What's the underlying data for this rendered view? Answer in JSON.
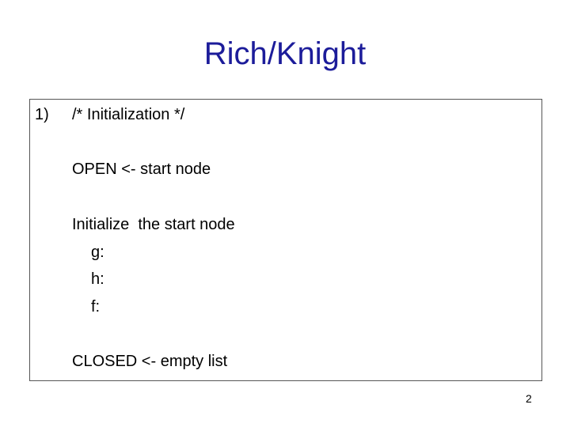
{
  "slide": {
    "title": "Rich/Knight",
    "step_number": "1)",
    "lines": {
      "comment": "/* Initialization */",
      "open": "OPEN <- start node",
      "initialize": "Initialize  the start node",
      "g": "g:",
      "h": "h:",
      "f": "f:",
      "closed": "CLOSED <- empty list"
    },
    "page_number": "2"
  },
  "colors": {
    "title": "#1c1c9a",
    "text": "#000000",
    "border": "#555555",
    "background": "#ffffff"
  }
}
